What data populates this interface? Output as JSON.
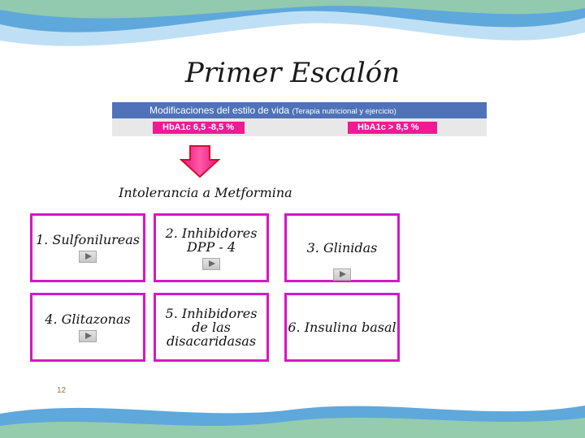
{
  "title": "Primer Escalón",
  "banner": {
    "heading": "Modificaciones del estilo de vida",
    "heading_note": "(Terapia nutricional y ejercicio)",
    "left_label": "HbA1c 6,5 -8,5 %",
    "right_label": "HbA1c > 8,5 %"
  },
  "subtitle": "Intolerancia a Metformina",
  "options": [
    {
      "label": "1. Sulfonilureas",
      "has_link": true
    },
    {
      "label": "2. Inhibidores DPP - 4",
      "has_link": true
    },
    {
      "label": "3. Glinidas",
      "has_link": true
    },
    {
      "label": "4. Glitazonas",
      "has_link": true
    },
    {
      "label": "5. Inhibidores de las disacaridasas",
      "has_link": false
    },
    {
      "label": "6. Insulina basal",
      "has_link": false
    }
  ],
  "slide_number": "12",
  "colors": {
    "accent_magenta": "#d915c9",
    "banner_blue": "#4f72b8",
    "pink": "#ee1b93",
    "wave_blue": "#5fa8dc",
    "wave_green": "#7fc48a"
  }
}
